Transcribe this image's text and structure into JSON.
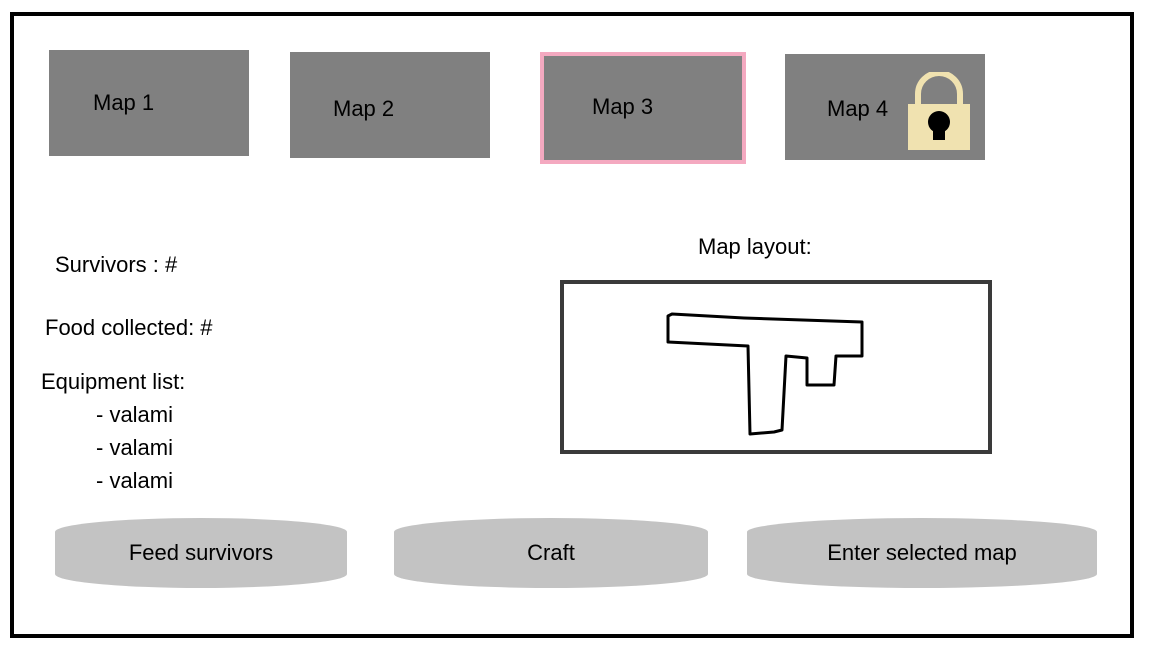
{
  "maps": [
    {
      "label": "Map 1",
      "selected": false,
      "locked": false
    },
    {
      "label": "Map 2",
      "selected": false,
      "locked": false
    },
    {
      "label": "Map 3",
      "selected": true,
      "locked": false
    },
    {
      "label": "Map 4",
      "selected": false,
      "locked": true
    }
  ],
  "stats": {
    "survivors": "Survivors : #",
    "food": "Food collected: #",
    "equipment_heading": "Equipment list:",
    "equipment_items": [
      "- valami",
      "- valami",
      "- valami"
    ]
  },
  "layout": {
    "heading": "Map layout:"
  },
  "actions": {
    "feed": "Feed survivors",
    "craft": "Craft",
    "enter": "Enter selected map"
  },
  "colors": {
    "tile": "#808080",
    "selected_border": "#f4a9c0",
    "lock_body": "#f0e2b0",
    "button": "#c3c3c3"
  }
}
